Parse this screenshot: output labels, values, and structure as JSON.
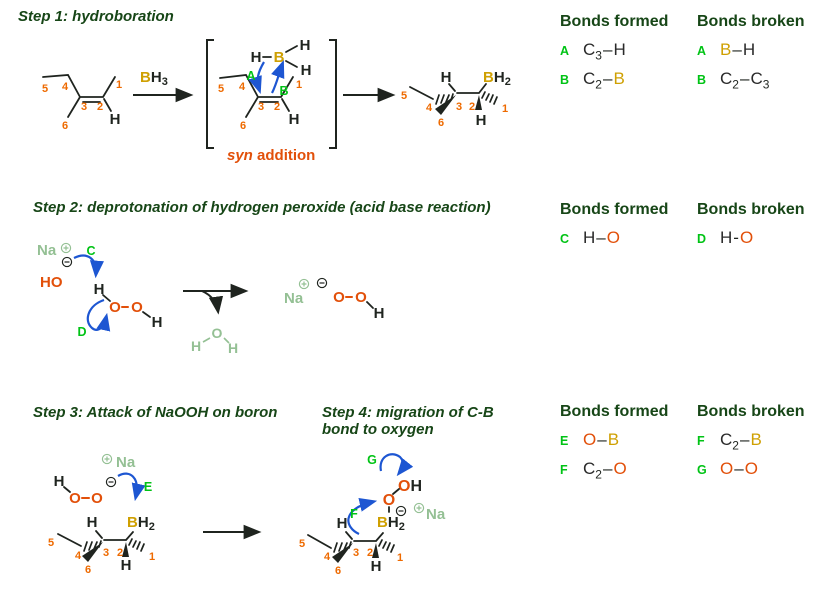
{
  "palette": {
    "ink": "#1f241f",
    "green": "#174617",
    "orange": "#ee6a00",
    "red": "#e2500a",
    "gold": "#cfa002",
    "lime": "#00c315",
    "pale": "#94c094",
    "blue": "#1d56d2"
  },
  "icons": {
    "plus_charge": "⊕",
    "minus_charge": "⊖"
  },
  "steps": {
    "s1": {
      "title": "Step 1: hydroboration",
      "reagent": {
        "b": "B",
        "h": "H",
        "sub": "3"
      },
      "syn_em": "syn",
      "syn_text": " addition"
    },
    "s2": {
      "title": "Step 2: deprotonation of hydrogen peroxide (acid base reaction)"
    },
    "s3": {
      "title": "Step 3: Attack of NaOOH on boron"
    },
    "s4": {
      "title_1": "Step 4: migration of C-B",
      "title_2": "bond to oxygen"
    }
  },
  "atoms": {
    "h": "H",
    "b": "B",
    "o": "O",
    "na": "Na",
    "sub2": "2",
    "sub3": "3"
  },
  "nums": [
    "1",
    "2",
    "3",
    "4",
    "5",
    "6"
  ],
  "mech_labels": {
    "a": "A",
    "b": "B",
    "c": "C",
    "d": "D",
    "e": "E",
    "f": "F",
    "g": "G"
  },
  "tables": {
    "t1": {
      "formed_header": "Bonds formed",
      "broken_header": "Bonds broken",
      "formed": [
        {
          "key": "A",
          "a": "C",
          "a_sub": "3",
          "dash": "–",
          "b": "H",
          "b_sub": "",
          "a_color": "#2a2a2a",
          "b_color": "#2a2a2a"
        },
        {
          "key": "B",
          "a": "C",
          "a_sub": "2",
          "dash": "–",
          "b": "B",
          "b_sub": "",
          "a_color": "#2a2a2a",
          "b_color": "#cfa002"
        }
      ],
      "broken": [
        {
          "key": "A",
          "a": "B",
          "a_sub": "",
          "dash": "–",
          "b": "H",
          "b_sub": "",
          "a_color": "#cfa002",
          "b_color": "#2a2a2a"
        },
        {
          "key": "B",
          "a": "C",
          "a_sub": "2",
          "dash": "–",
          "b": "C",
          "b_sub": "3",
          "a_color": "#2a2a2a",
          "b_color": "#2a2a2a"
        }
      ]
    },
    "t2": {
      "formed_header": "Bonds formed",
      "broken_header": "Bonds broken",
      "formed": [
        {
          "key": "C",
          "a": "H",
          "a_sub": "",
          "dash": "–",
          "b": "O",
          "b_sub": "",
          "a_color": "#2a2a2a",
          "b_color": "#e2500a"
        }
      ],
      "broken": [
        {
          "key": "D",
          "a": "H",
          "a_sub": "",
          "dash": "-",
          "b": "O",
          "b_sub": "",
          "a_color": "#2a2a2a",
          "b_color": "#e2500a"
        }
      ]
    },
    "t3": {
      "formed_header": "Bonds formed",
      "broken_header": "Bonds broken",
      "formed": [
        {
          "key": "E",
          "a": "O",
          "a_sub": "",
          "dash": "–",
          "b": "B",
          "b_sub": "",
          "a_color": "#e2500a",
          "b_color": "#cfa002"
        },
        {
          "key": "F",
          "a": "C",
          "a_sub": "2",
          "dash": "–",
          "b": "O",
          "b_sub": "",
          "a_color": "#2a2a2a",
          "b_color": "#e2500a"
        }
      ],
      "broken": [
        {
          "key": "F",
          "a": "C",
          "a_sub": "2",
          "dash": "–",
          "b": "B",
          "b_sub": "",
          "a_color": "#2a2a2a",
          "b_color": "#cfa002"
        },
        {
          "key": "G",
          "a": "O",
          "a_sub": "",
          "dash": "–",
          "b": "O",
          "b_sub": "",
          "a_color": "#e2500a",
          "b_color": "#e2500a"
        }
      ]
    }
  }
}
